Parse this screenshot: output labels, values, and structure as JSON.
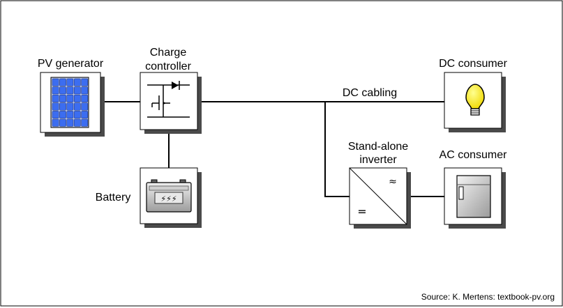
{
  "labels": {
    "pv_generator": "PV generator",
    "charge_controller_line1": "Charge",
    "charge_controller_line2": "controller",
    "dc_consumer": "DC consumer",
    "dc_cabling": "DC cabling",
    "battery": "Battery",
    "inverter_line1": "Stand-alone",
    "inverter_line2": "inverter",
    "ac_consumer": "AC consumer",
    "ac_symbol": "≈",
    "dc_symbol": "="
  },
  "battery_glyph": "⚡⚡⚡",
  "source": "Source: K. Mertens: textbook-pv.org",
  "colors": {
    "panel_cell": "#3c6df0",
    "panel_bg": "#b8c4e0",
    "bulb": "#f8e800",
    "shadow": "#4a4a4a",
    "line": "#000000"
  },
  "icons": {
    "pv": "solar-panel-icon",
    "controller": "circuit-icon",
    "battery": "battery-icon",
    "bulb": "light-bulb-icon",
    "fridge": "refrigerator-icon"
  }
}
